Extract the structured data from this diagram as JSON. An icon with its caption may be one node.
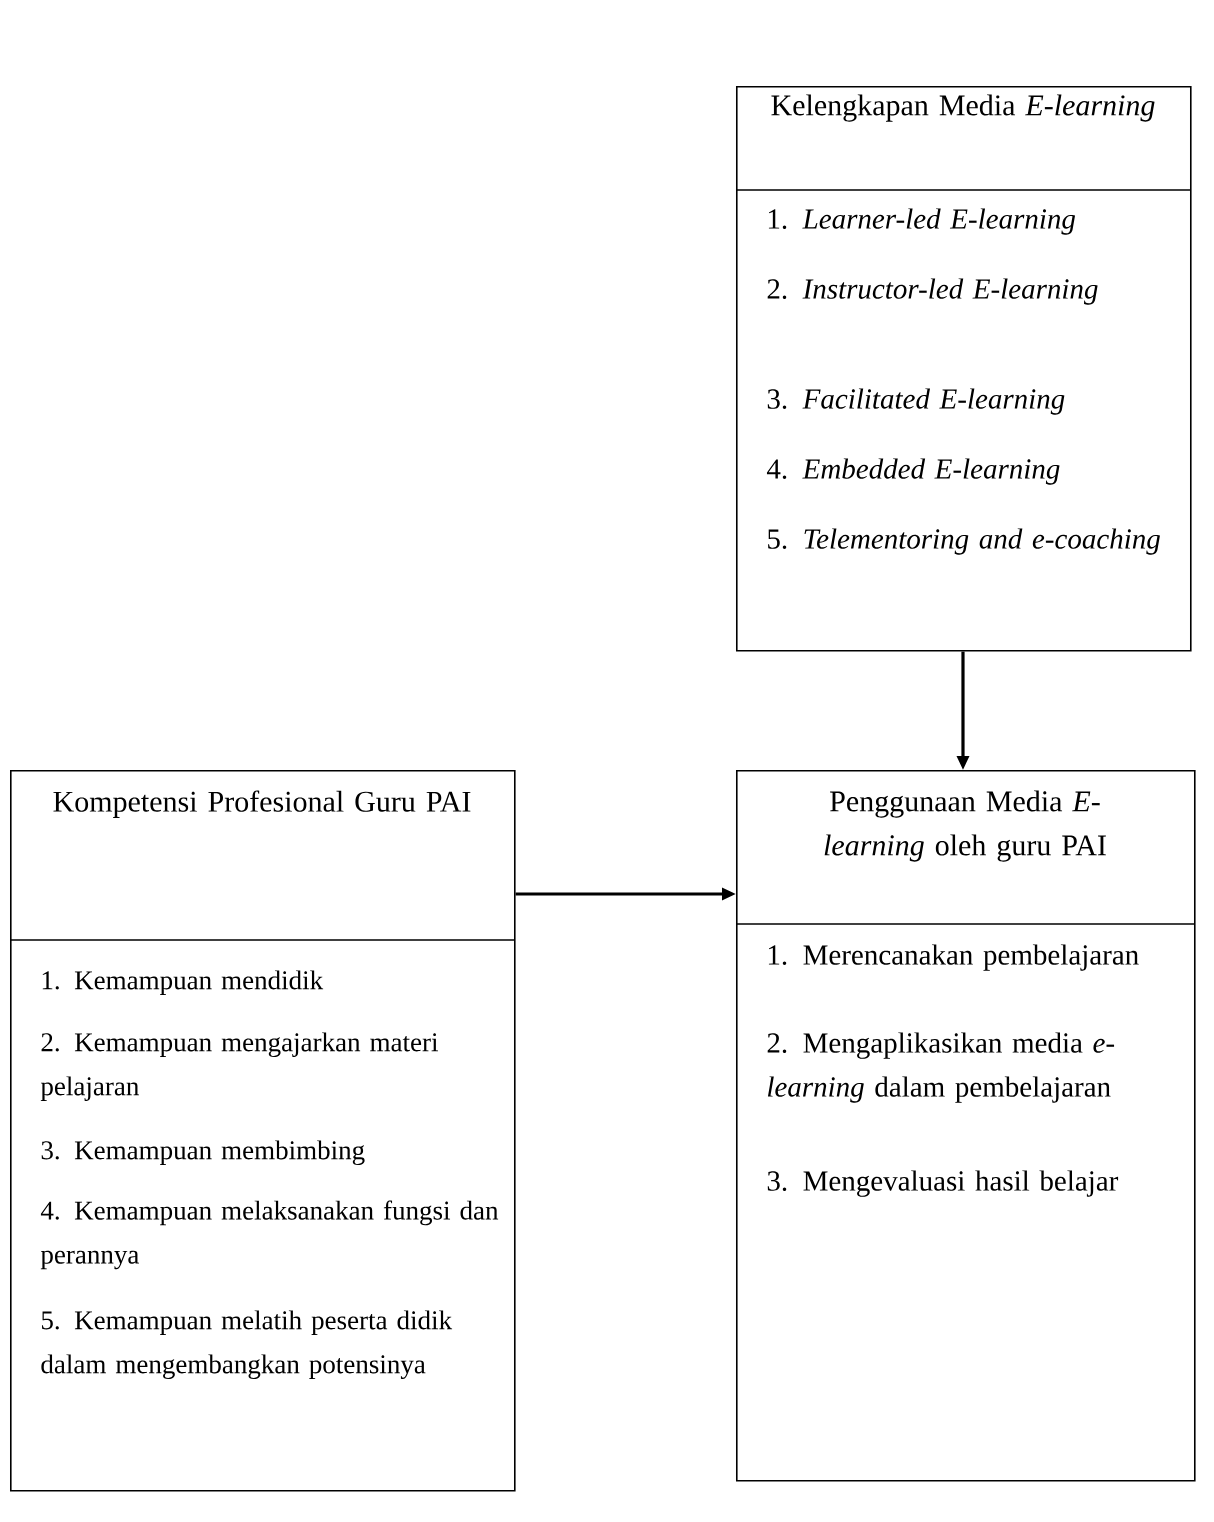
{
  "diagram": {
    "nodes": [
      {
        "text": [
          "Kelengkapan Media *E-learning*",
          "1. *Learner-led E-learning*",
          "2. *Instructor-led E-learning*",
          "3. *Facilitated E-learning*",
          "4. *Embedded E-learning*",
          "5. *Telementoring and e-coaching*"
        ]
      },
      {
        "text": [
          "Kompetensi Profesional Guru PAI",
          "1. Kemampuan mendidik",
          "2. Kemampuan mengajarkan materi pelajaran",
          "3. Kemampuan membimbing",
          "4. Kemampuan melaksanakan fungsi dan perannya",
          "5. Kemampuan melatih peserta didik dalam mengembangkan potensinya"
        ]
      },
      {
        "text": [
          "Penggunaan Media *E-learning* oleh guru PAI",
          "1. Merencanakan pembelajaran",
          "2. Mengaplikasikan media *e-learning* dalam pembelajaran",
          "3. Mengevaluasi hasil belajar"
        ]
      }
    ],
    "edges": [
      {
        "from": 0,
        "to": 2,
        "arrow": "to"
      },
      {
        "from": 1,
        "to": 2,
        "arrow": "to"
      }
    ]
  }
}
